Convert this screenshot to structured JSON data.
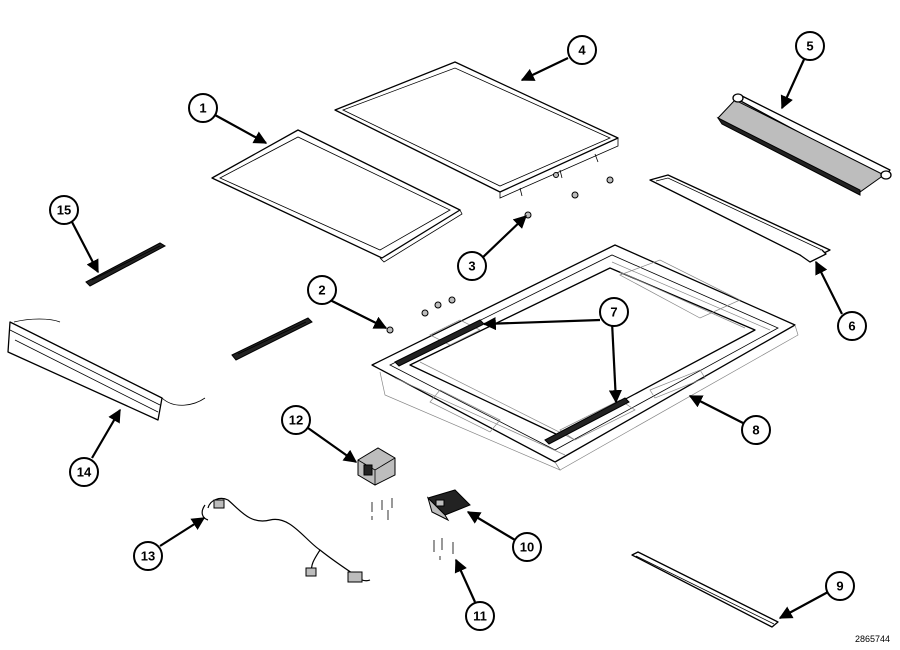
{
  "figure_id": "2865744",
  "callouts": [
    "1",
    "2",
    "3",
    "4",
    "5",
    "6",
    "7",
    "8",
    "9",
    "10",
    "11",
    "12",
    "13",
    "14",
    "15"
  ],
  "colors": {
    "line": "#000000",
    "background": "#ffffff"
  }
}
